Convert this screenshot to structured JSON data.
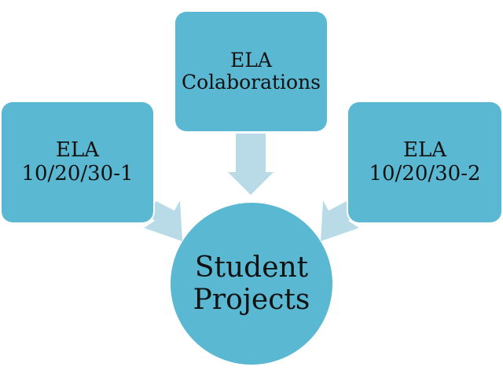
{
  "colors": {
    "node_fill": "#5ab8d2",
    "arrow_fill": "#b8dbe7",
    "text": "#111111",
    "background": "#ffffff"
  },
  "nodes": {
    "top": {
      "lines": [
        "ELA",
        "Colaborations"
      ]
    },
    "left": {
      "lines": [
        "ELA",
        "10/20/30-1"
      ]
    },
    "right": {
      "lines": [
        "ELA",
        "10/20/30-2"
      ]
    },
    "center": {
      "lines": [
        "Student",
        "Projects"
      ]
    }
  },
  "edges": [
    {
      "from": "top",
      "to": "center",
      "icon": "arrow-down-icon"
    },
    {
      "from": "left",
      "to": "center",
      "icon": "arrow-down-right-icon"
    },
    {
      "from": "right",
      "to": "center",
      "icon": "arrow-down-left-icon"
    }
  ]
}
